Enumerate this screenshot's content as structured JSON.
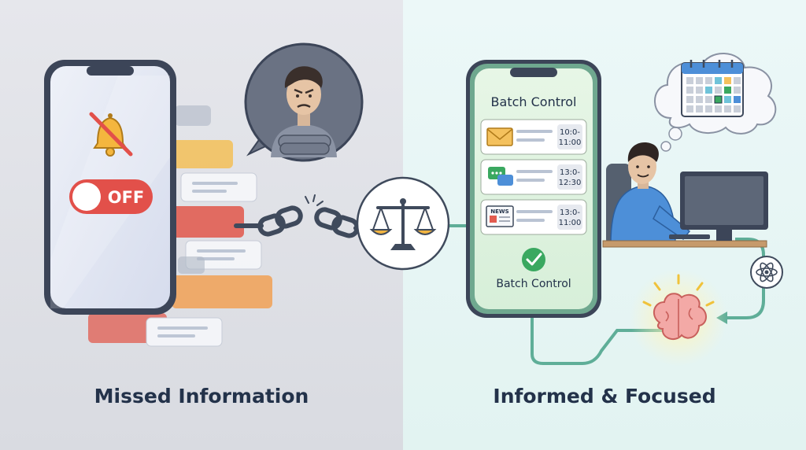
{
  "left": {
    "caption": "Missed Information",
    "toggle_label": "OFF",
    "notification_colors": [
      "#f1a35a",
      "#e25b4f",
      "#f4c15d",
      "#a9b3c2"
    ]
  },
  "right": {
    "caption": "Informed & Focused",
    "title": "Batch Control",
    "footer_label": "Batch Control",
    "items": [
      {
        "icon": "envelope-icon",
        "time_start": "10:0-",
        "time_end": "11:00"
      },
      {
        "icon": "chat-icon",
        "time_start": "13:0-",
        "time_end": "12:30"
      },
      {
        "icon": "newspaper-icon",
        "time_start": "13:0-",
        "time_end": "11:00",
        "badge": "NEWS"
      }
    ]
  },
  "colors": {
    "phone_frame": "#3c4558",
    "right_phone_frame": "#6fa88f",
    "accent_green": "#3aa860",
    "toggle_red": "#e2504a",
    "teal_line": "#5fae98"
  }
}
